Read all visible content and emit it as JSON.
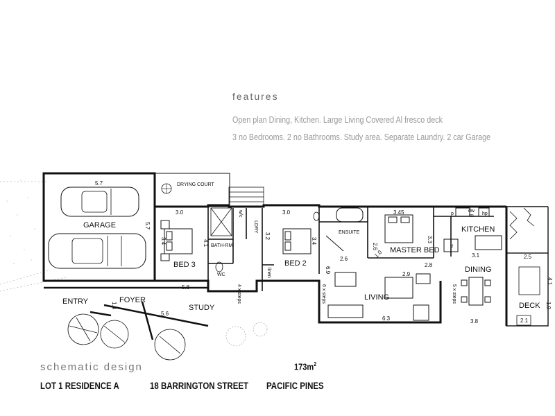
{
  "features": {
    "title": "features",
    "line1": "Open plan Dining, Kitchen. Large Living   Covered Al fresco  deck",
    "line2": "3 no Bedrooms. 2 no  Bathrooms. Study area. Separate Laundry.  2 car Garage"
  },
  "footer": {
    "schematic": "schematic design",
    "area": "173m",
    "area_sup": "2",
    "lot": "LOT 1  RESIDENCE A",
    "address": "18 BARRINGTON STREET",
    "suburb": "PACIFIC PINES"
  },
  "rooms": {
    "garage": "GARAGE",
    "drying_court": "DRYING COURT",
    "bed3": "BED 3",
    "bathrm": "BATH-RM",
    "wc": "WC",
    "ldry": "LDRY",
    "wic": "w/c",
    "bed2": "BED 2",
    "linen": "linen",
    "ensuite": "ENSUITE",
    "master_bed": "MASTER BED",
    "kitchen": "KITCHEN",
    "dining": "DINING",
    "living": "LIVING",
    "deck": "DECK",
    "entry": "ENTRY",
    "foyer": "FOYER",
    "study": "STUDY",
    "steps_main": "4 x steps",
    "steps_living": "6 x steps",
    "steps_dining": "5 x steps",
    "kitchen_p": "p",
    "kitchen_dw": "dw",
    "kitchen_m": "m",
    "kitchen_hp": "hp",
    "kitchen_f": "f"
  },
  "dimensions": {
    "garage_w": "5.7",
    "garage_d": "5.7",
    "bed3_w": "3.0",
    "bed3_d": "3.4",
    "bath_d": "4.1",
    "bed2_w": "3.0",
    "bed2_d": "3.4",
    "ldry_d": "3.2",
    "master_w": "3.45",
    "master_d": "2.6",
    "ensuite_d": "3.3",
    "kitchen_w": "3.1",
    "living_w1": "2.6",
    "living_w2": "2.9",
    "living_w3": "6.3",
    "living_d": "6.9",
    "living_x": "2.8",
    "foyer_d": "1.4",
    "hall_w": "5.8",
    "study_w": "5.6",
    "dining_w": "3.8",
    "deck_w1": "2.5",
    "deck_w2": "2.1",
    "deck_d": "4.1",
    "deck_d2": "1.9",
    "bed_slope": "1.0"
  }
}
